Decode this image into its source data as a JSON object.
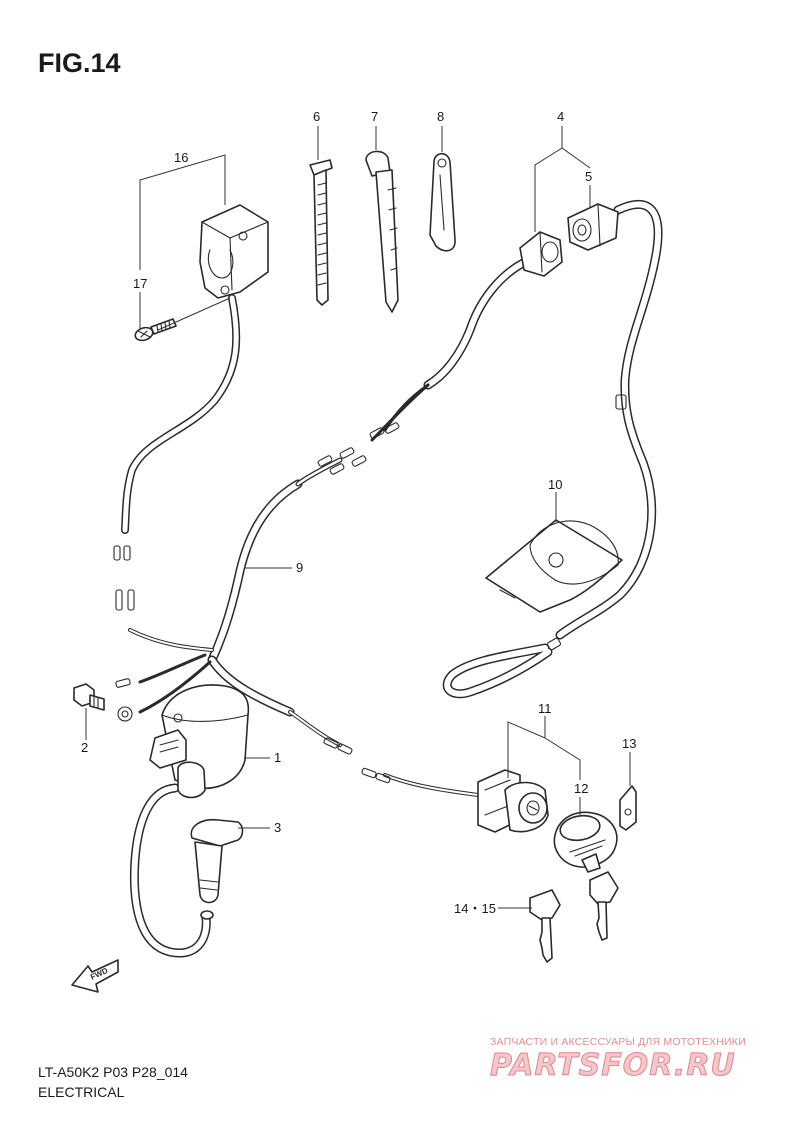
{
  "figure": {
    "title": "FIG.14"
  },
  "footer": {
    "model_code": "LT-A50K2 P03 P28_014",
    "section": "ELECTRICAL"
  },
  "fwd_label": "FWD",
  "watermark": {
    "tagline": "ЗАПЧАСТИ И АКСЕССУАРЫ ДЛЯ МОТОТЕХНИКИ",
    "logo": "PARTSFOR.RU"
  },
  "callouts": {
    "c1": "1",
    "c2": "2",
    "c3": "3",
    "c4": "4",
    "c5": "5",
    "c6": "6",
    "c7": "7",
    "c8": "8",
    "c9": "9",
    "c10": "10",
    "c11": "11",
    "c12": "12",
    "c13": "13",
    "c14_15": "14・15",
    "c16": "16",
    "c17": "17"
  }
}
